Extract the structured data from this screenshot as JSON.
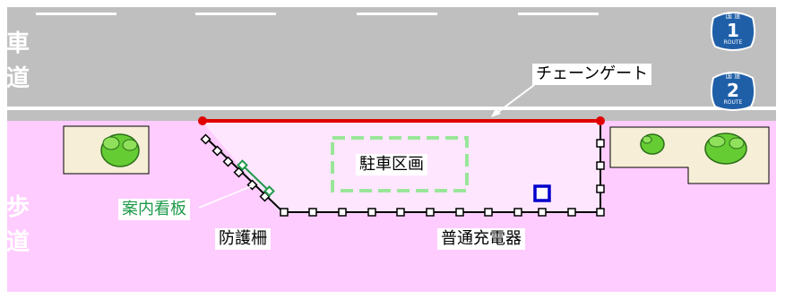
{
  "zones": {
    "roadway": [
      "車",
      "道"
    ],
    "sidewalk": [
      "歩",
      "道"
    ]
  },
  "labels": {
    "chain_gate": "チェーンゲート",
    "parking_section": "駐車区画",
    "guide_sign": "案内看板",
    "guard_fence": "防護柵",
    "normal_charger": "普通充電器"
  },
  "route_signs": [
    {
      "kanji": "国 道",
      "number": "1",
      "word": "ROUTE"
    },
    {
      "kanji": "国 道",
      "number": "2",
      "word": "ROUTE"
    }
  ],
  "colors": {
    "road": "#bfbfbf",
    "sidewalk": "#ffccff",
    "chain_gate": "#e00000",
    "parking_outline": "#99e699",
    "guide_sign": "#1f9a4a",
    "charger": "#0000cc",
    "route_sign": "#1f5fa8",
    "planter": "#f6eed6",
    "bush": "#66cc33"
  }
}
